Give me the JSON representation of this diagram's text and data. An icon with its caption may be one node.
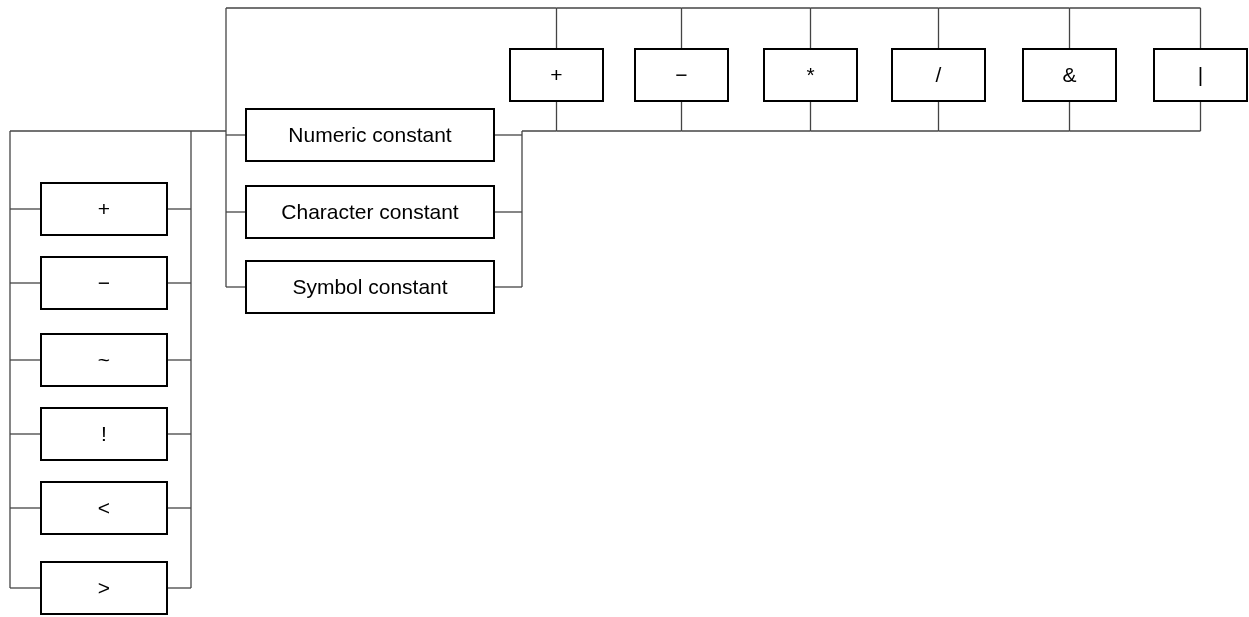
{
  "diagram": {
    "nodes": [
      {
        "text": [
          "+"
        ]
      },
      {
        "text": [
          "−"
        ]
      },
      {
        "text": [
          "~"
        ]
      },
      {
        "text": [
          "!"
        ]
      },
      {
        "text": [
          "<"
        ]
      },
      {
        "text": [
          ">"
        ]
      },
      {
        "text": [
          "Numeric constant"
        ]
      },
      {
        "text": [
          "Character constant"
        ]
      },
      {
        "text": [
          "Symbol constant"
        ]
      },
      {
        "text": [
          "+"
        ]
      },
      {
        "text": [
          "−"
        ]
      },
      {
        "text": [
          "*"
        ]
      },
      {
        "text": [
          "/"
        ]
      },
      {
        "text": [
          "&"
        ]
      },
      {
        "text": [
          "|"
        ]
      }
    ],
    "edges": [
      {
        "from": 0,
        "to": 6,
        "arrow": "none"
      },
      {
        "from": 0,
        "to": 7,
        "arrow": "none"
      },
      {
        "from": 0,
        "to": 8,
        "arrow": "none"
      },
      {
        "from": 1,
        "to": 6,
        "arrow": "none"
      },
      {
        "from": 1,
        "to": 7,
        "arrow": "none"
      },
      {
        "from": 1,
        "to": 8,
        "arrow": "none"
      },
      {
        "from": 2,
        "to": 6,
        "arrow": "none"
      },
      {
        "from": 2,
        "to": 7,
        "arrow": "none"
      },
      {
        "from": 2,
        "to": 8,
        "arrow": "none"
      },
      {
        "from": 3,
        "to": 6,
        "arrow": "none"
      },
      {
        "from": 3,
        "to": 7,
        "arrow": "none"
      },
      {
        "from": 3,
        "to": 8,
        "arrow": "none"
      },
      {
        "from": 4,
        "to": 6,
        "arrow": "none"
      },
      {
        "from": 4,
        "to": 7,
        "arrow": "none"
      },
      {
        "from": 4,
        "to": 8,
        "arrow": "none"
      },
      {
        "from": 5,
        "to": 6,
        "arrow": "none"
      },
      {
        "from": 5,
        "to": 7,
        "arrow": "none"
      },
      {
        "from": 5,
        "to": 8,
        "arrow": "none"
      },
      {
        "from": 6,
        "to": 9,
        "arrow": "none"
      },
      {
        "from": 6,
        "to": 10,
        "arrow": "none"
      },
      {
        "from": 6,
        "to": 11,
        "arrow": "none"
      },
      {
        "from": 6,
        "to": 12,
        "arrow": "none"
      },
      {
        "from": 6,
        "to": 13,
        "arrow": "none"
      },
      {
        "from": 6,
        "to": 14,
        "arrow": "none"
      },
      {
        "from": 7,
        "to": 9,
        "arrow": "none"
      },
      {
        "from": 7,
        "to": 10,
        "arrow": "none"
      },
      {
        "from": 7,
        "to": 11,
        "arrow": "none"
      },
      {
        "from": 7,
        "to": 12,
        "arrow": "none"
      },
      {
        "from": 7,
        "to": 13,
        "arrow": "none"
      },
      {
        "from": 7,
        "to": 14,
        "arrow": "none"
      },
      {
        "from": 8,
        "to": 9,
        "arrow": "none"
      },
      {
        "from": 8,
        "to": 10,
        "arrow": "none"
      },
      {
        "from": 8,
        "to": 11,
        "arrow": "none"
      },
      {
        "from": 8,
        "to": 12,
        "arrow": "none"
      },
      {
        "from": 8,
        "to": 13,
        "arrow": "none"
      },
      {
        "from": 8,
        "to": 14,
        "arrow": "none"
      },
      {
        "from": 9,
        "to": 6,
        "arrow": "none"
      },
      {
        "from": 9,
        "to": 7,
        "arrow": "none"
      },
      {
        "from": 9,
        "to": 8,
        "arrow": "none"
      },
      {
        "from": 10,
        "to": 6,
        "arrow": "none"
      },
      {
        "from": 10,
        "to": 7,
        "arrow": "none"
      },
      {
        "from": 10,
        "to": 8,
        "arrow": "none"
      },
      {
        "from": 11,
        "to": 6,
        "arrow": "none"
      },
      {
        "from": 11,
        "to": 7,
        "arrow": "none"
      },
      {
        "from": 11,
        "to": 8,
        "arrow": "none"
      },
      {
        "from": 12,
        "to": 6,
        "arrow": "none"
      },
      {
        "from": 12,
        "to": 7,
        "arrow": "none"
      },
      {
        "from": 12,
        "to": 8,
        "arrow": "none"
      },
      {
        "from": 13,
        "to": 6,
        "arrow": "none"
      },
      {
        "from": 13,
        "to": 7,
        "arrow": "none"
      },
      {
        "from": 13,
        "to": 8,
        "arrow": "none"
      },
      {
        "from": 14,
        "to": 6,
        "arrow": "none"
      },
      {
        "from": 14,
        "to": 7,
        "arrow": "none"
      },
      {
        "from": 14,
        "to": 8,
        "arrow": "none"
      },
      {
        "from": 9,
        "to": 0,
        "arrow": "none"
      },
      {
        "from": 9,
        "to": 1,
        "arrow": "none"
      },
      {
        "from": 9,
        "to": 2,
        "arrow": "none"
      },
      {
        "from": 9,
        "to": 3,
        "arrow": "none"
      },
      {
        "from": 9,
        "to": 4,
        "arrow": "none"
      },
      {
        "from": 9,
        "to": 5,
        "arrow": "none"
      },
      {
        "from": 10,
        "to": 0,
        "arrow": "none"
      },
      {
        "from": 10,
        "to": 1,
        "arrow": "none"
      },
      {
        "from": 10,
        "to": 2,
        "arrow": "none"
      },
      {
        "from": 10,
        "to": 3,
        "arrow": "none"
      },
      {
        "from": 10,
        "to": 4,
        "arrow": "none"
      },
      {
        "from": 10,
        "to": 5,
        "arrow": "none"
      },
      {
        "from": 11,
        "to": 0,
        "arrow": "none"
      },
      {
        "from": 11,
        "to": 1,
        "arrow": "none"
      },
      {
        "from": 11,
        "to": 2,
        "arrow": "none"
      },
      {
        "from": 11,
        "to": 3,
        "arrow": "none"
      },
      {
        "from": 11,
        "to": 4,
        "arrow": "none"
      },
      {
        "from": 11,
        "to": 5,
        "arrow": "none"
      },
      {
        "from": 12,
        "to": 0,
        "arrow": "none"
      },
      {
        "from": 12,
        "to": 1,
        "arrow": "none"
      },
      {
        "from": 12,
        "to": 2,
        "arrow": "none"
      },
      {
        "from": 12,
        "to": 3,
        "arrow": "none"
      },
      {
        "from": 12,
        "to": 4,
        "arrow": "none"
      },
      {
        "from": 12,
        "to": 5,
        "arrow": "none"
      },
      {
        "from": 13,
        "to": 0,
        "arrow": "none"
      },
      {
        "from": 13,
        "to": 1,
        "arrow": "none"
      },
      {
        "from": 13,
        "to": 2,
        "arrow": "none"
      },
      {
        "from": 13,
        "to": 3,
        "arrow": "none"
      },
      {
        "from": 13,
        "to": 4,
        "arrow": "none"
      },
      {
        "from": 13,
        "to": 5,
        "arrow": "none"
      },
      {
        "from": 14,
        "to": 0,
        "arrow": "none"
      },
      {
        "from": 14,
        "to": 1,
        "arrow": "none"
      },
      {
        "from": 14,
        "to": 2,
        "arrow": "none"
      },
      {
        "from": 14,
        "to": 3,
        "arrow": "none"
      },
      {
        "from": 14,
        "to": 4,
        "arrow": "none"
      },
      {
        "from": 14,
        "to": 5,
        "arrow": "none"
      }
    ]
  }
}
